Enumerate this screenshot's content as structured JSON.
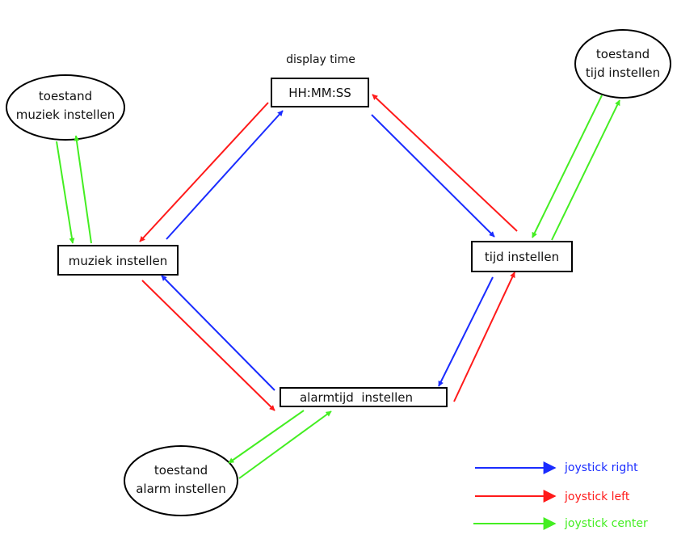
{
  "caption": "display time",
  "states": {
    "display": {
      "label": "HH:MM:SS"
    },
    "muziek": {
      "label": "muziek instellen"
    },
    "tijd": {
      "label": "tijd instellen"
    },
    "alarm": {
      "label": "alarmtijd  instellen"
    }
  },
  "substates": {
    "muziek": {
      "line1": "toestand",
      "line2": "muziek instellen"
    },
    "tijd": {
      "line1": "toestand",
      "line2": "tijd instellen"
    },
    "alarm": {
      "line1": "toestand",
      "line2": "alarm instellen"
    }
  },
  "legend": [
    {
      "label": "joystick right",
      "color": "#1a2cff"
    },
    {
      "label": "joystick left",
      "color": "#ff1a1a"
    },
    {
      "label": "joystick center",
      "color": "#44ee22"
    }
  ]
}
